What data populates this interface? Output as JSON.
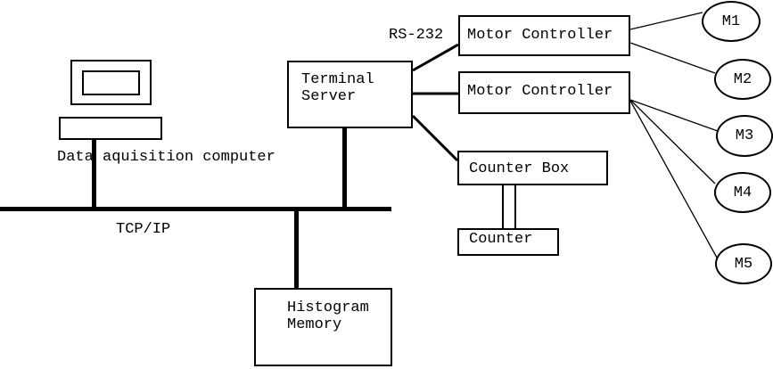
{
  "diagram": {
    "nodes": {
      "data_acquisition_computer": {
        "label": "Data aquisition computer"
      },
      "terminal_server": {
        "label": "Terminal\nServer"
      },
      "motor_controller_1": {
        "label": "Motor Controller"
      },
      "motor_controller_2": {
        "label": "Motor Controller"
      },
      "counter_box": {
        "label": "Counter Box"
      },
      "counter": {
        "label": "Counter"
      },
      "histogram_memory": {
        "label": "Histogram\nMemory"
      },
      "motors": [
        {
          "label": "M1"
        },
        {
          "label": "M2"
        },
        {
          "label": "M3"
        },
        {
          "label": "M4"
        },
        {
          "label": "M5"
        }
      ]
    },
    "connections": {
      "bus_label": "TCP/IP",
      "serial_label": "RS-232"
    },
    "colors": {
      "line": "#000000",
      "background": "#ffffff"
    }
  }
}
